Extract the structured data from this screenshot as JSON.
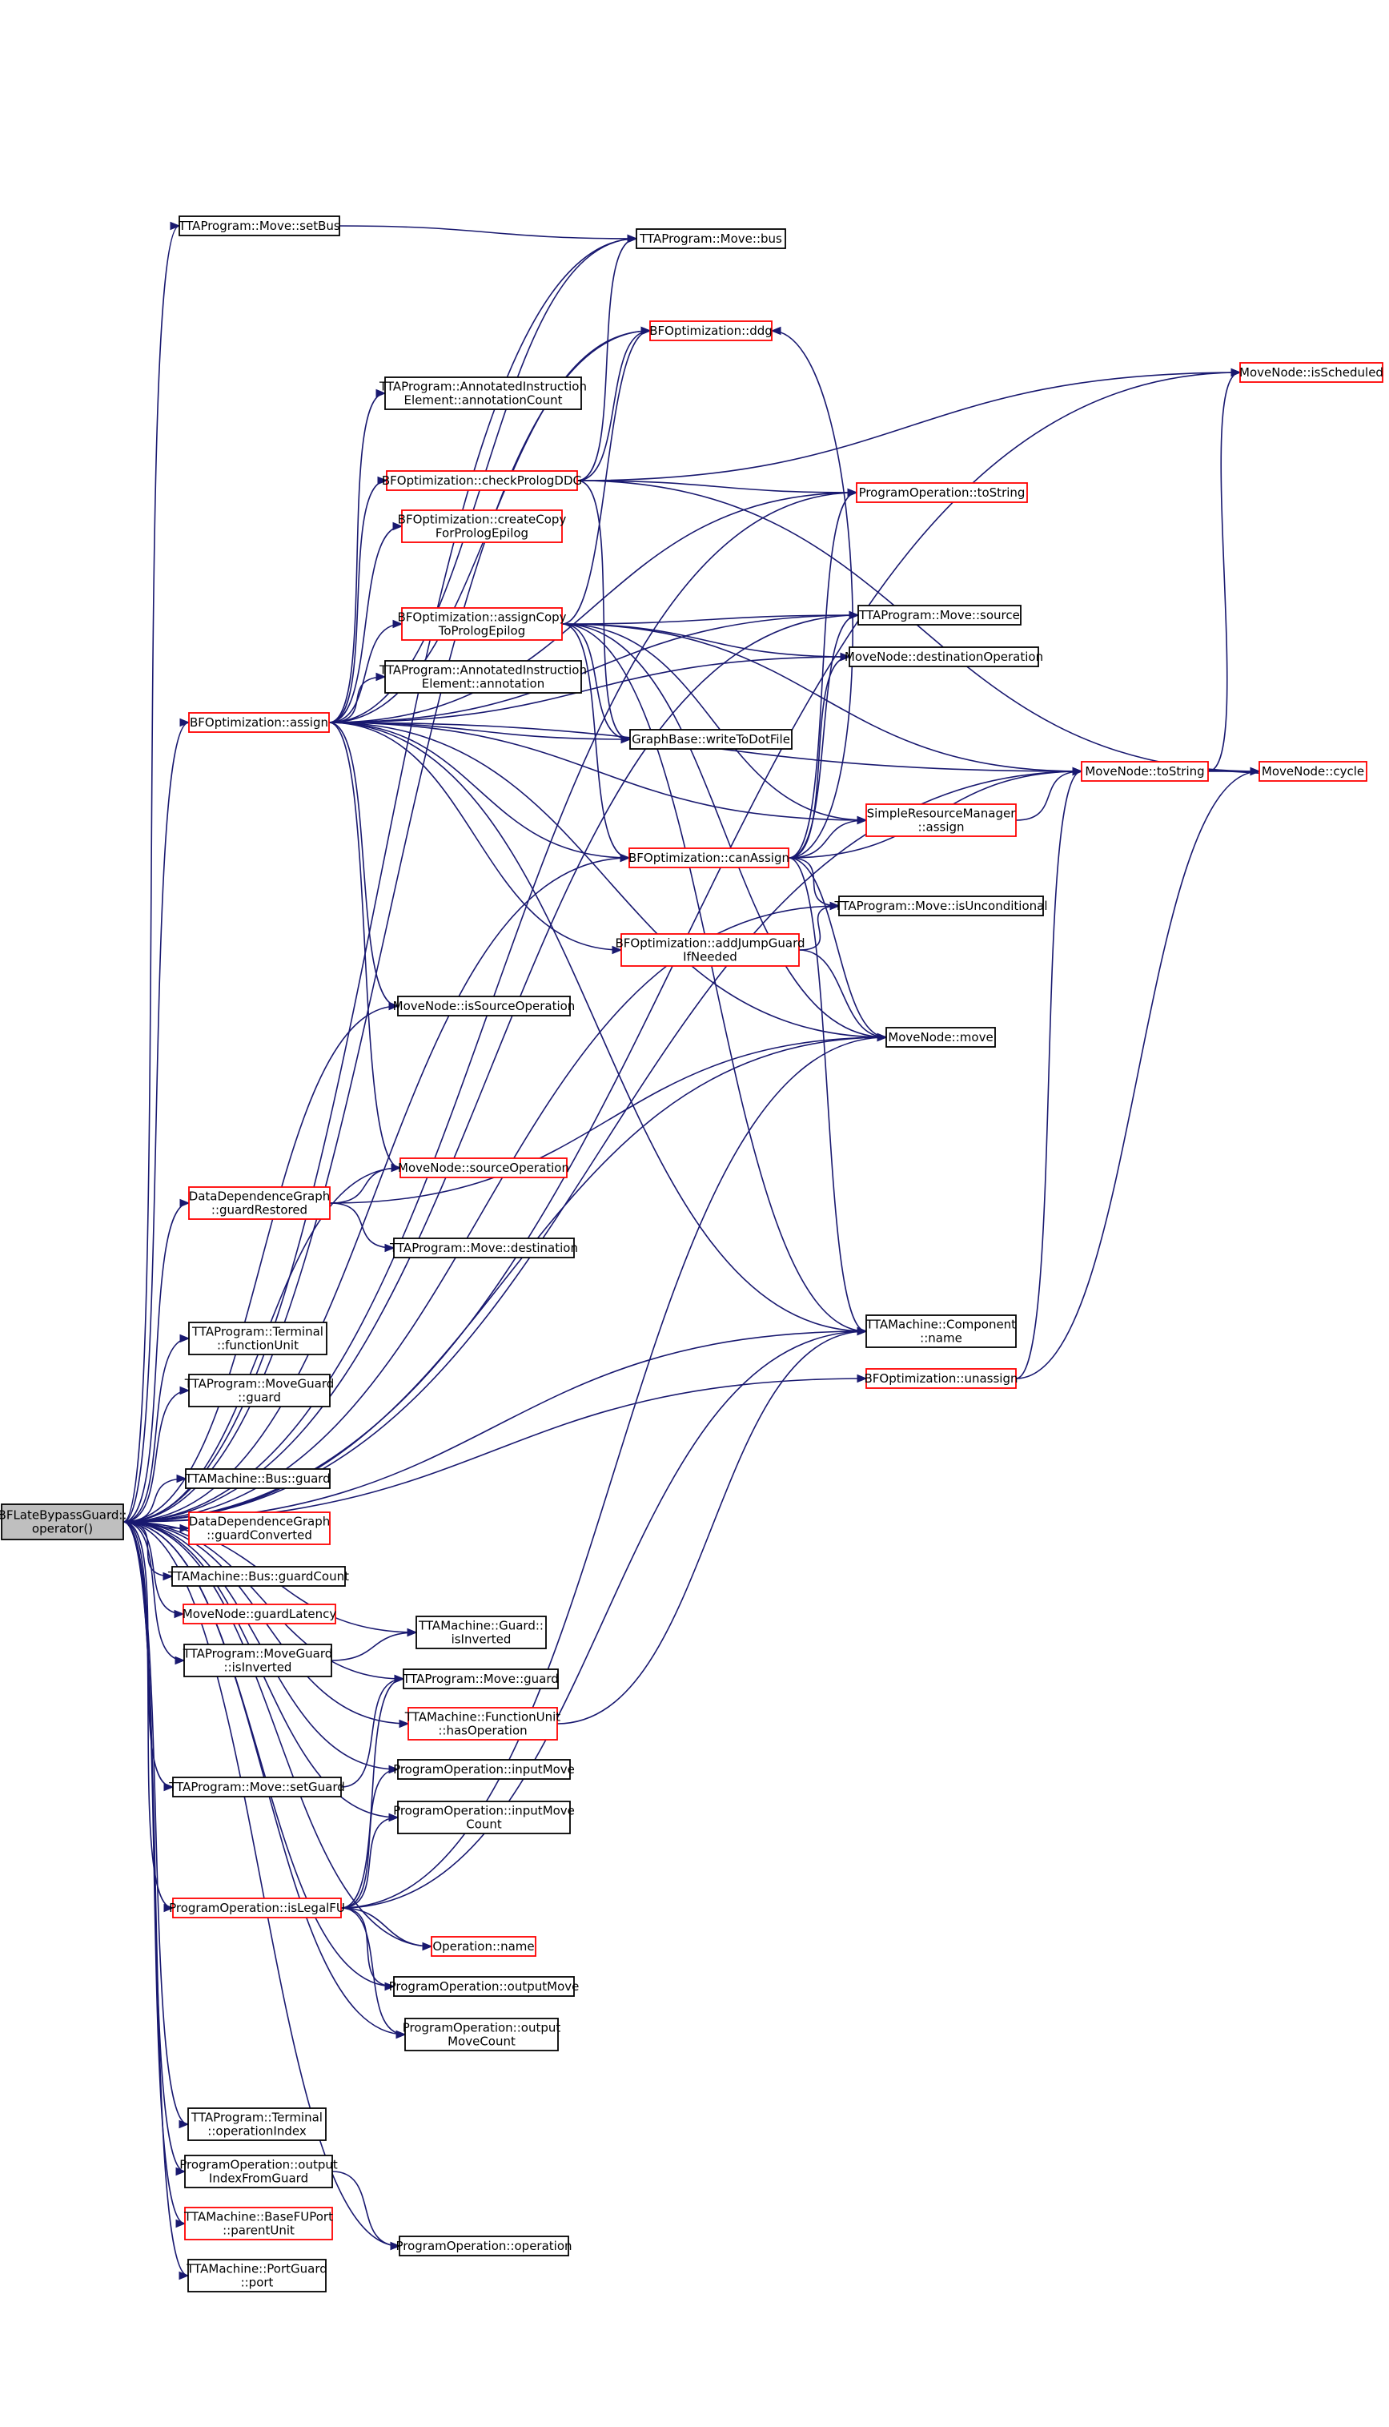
{
  "colors": {
    "edge": "#191970",
    "node_border_black": "#000000",
    "node_border_red": "#ff0000",
    "root_fill": "#bfbfbf",
    "node_fill": "#ffffff"
  },
  "nodes": [
    {
      "id": "root",
      "lines": [
        "BFLateBypassGuard::",
        "operator()"
      ],
      "border": "black",
      "fill": "gray"
    },
    {
      "id": "setBus",
      "lines": [
        "TTAProgram::Move::setBus"
      ],
      "border": "black"
    },
    {
      "id": "bus",
      "lines": [
        "TTAProgram::Move::bus"
      ],
      "border": "black"
    },
    {
      "id": "ddg",
      "lines": [
        "BFOptimization::ddg"
      ],
      "border": "red"
    },
    {
      "id": "isScheduled",
      "lines": [
        "MoveNode::isScheduled"
      ],
      "border": "red"
    },
    {
      "id": "annCount",
      "lines": [
        "TTAProgram::AnnotatedInstruction",
        "Element::annotationCount"
      ],
      "border": "black"
    },
    {
      "id": "checkProlog",
      "lines": [
        "BFOptimization::checkPrologDDG"
      ],
      "border": "red"
    },
    {
      "id": "poToString",
      "lines": [
        "ProgramOperation::toString"
      ],
      "border": "red"
    },
    {
      "id": "createCopy",
      "lines": [
        "BFOptimization::createCopy",
        "ForPrologEpilog"
      ],
      "border": "red"
    },
    {
      "id": "assignCopy",
      "lines": [
        "BFOptimization::assignCopy",
        "ToPrologEpilog"
      ],
      "border": "red"
    },
    {
      "id": "moveSource",
      "lines": [
        "TTAProgram::Move::source"
      ],
      "border": "black"
    },
    {
      "id": "destOp",
      "lines": [
        "MoveNode::destinationOperation"
      ],
      "border": "black"
    },
    {
      "id": "annotation",
      "lines": [
        "TTAProgram::AnnotatedInstruction",
        "Element::annotation"
      ],
      "border": "black"
    },
    {
      "id": "assign",
      "lines": [
        "BFOptimization::assign"
      ],
      "border": "red"
    },
    {
      "id": "writeDot",
      "lines": [
        "GraphBase::writeToDotFile"
      ],
      "border": "black"
    },
    {
      "id": "mnToString",
      "lines": [
        "MoveNode::toString"
      ],
      "border": "red"
    },
    {
      "id": "cycle",
      "lines": [
        "MoveNode::cycle"
      ],
      "border": "red"
    },
    {
      "id": "srmAssign",
      "lines": [
        "SimpleResourceManager",
        "::assign"
      ],
      "border": "red"
    },
    {
      "id": "canAssign",
      "lines": [
        "BFOptimization::canAssign"
      ],
      "border": "red"
    },
    {
      "id": "isUncond",
      "lines": [
        "TTAProgram::Move::isUnconditional"
      ],
      "border": "black"
    },
    {
      "id": "addJump",
      "lines": [
        "BFOptimization::addJumpGuard",
        "IfNeeded"
      ],
      "border": "red"
    },
    {
      "id": "isSrcOp",
      "lines": [
        "MoveNode::isSourceOperation"
      ],
      "border": "black"
    },
    {
      "id": "mnMove",
      "lines": [
        "MoveNode::move"
      ],
      "border": "black"
    },
    {
      "id": "guardRestored",
      "lines": [
        "DataDependenceGraph",
        "::guardRestored"
      ],
      "border": "red"
    },
    {
      "id": "srcOp",
      "lines": [
        "MoveNode::sourceOperation"
      ],
      "border": "red"
    },
    {
      "id": "destination",
      "lines": [
        "TTAProgram::Move::destination"
      ],
      "border": "black"
    },
    {
      "id": "compName",
      "lines": [
        "TTAMachine::Component",
        "::name"
      ],
      "border": "black"
    },
    {
      "id": "funcUnit",
      "lines": [
        "TTAProgram::Terminal",
        "::functionUnit"
      ],
      "border": "black"
    },
    {
      "id": "mgGuard",
      "lines": [
        "TTAProgram::MoveGuard",
        "::guard"
      ],
      "border": "black"
    },
    {
      "id": "unassign",
      "lines": [
        "BFOptimization::unassign"
      ],
      "border": "red"
    },
    {
      "id": "busGuard",
      "lines": [
        "TTAMachine::Bus::guard"
      ],
      "border": "black"
    },
    {
      "id": "guardConverted",
      "lines": [
        "DataDependenceGraph",
        "::guardConverted"
      ],
      "border": "red"
    },
    {
      "id": "guardCount",
      "lines": [
        "TTAMachine::Bus::guardCount"
      ],
      "border": "black"
    },
    {
      "id": "guardLatency",
      "lines": [
        "MoveNode::guardLatency"
      ],
      "border": "red"
    },
    {
      "id": "gIsInverted",
      "lines": [
        "TTAMachine::Guard::",
        "isInverted"
      ],
      "border": "black"
    },
    {
      "id": "mgIsInverted",
      "lines": [
        "TTAProgram::MoveGuard",
        "::isInverted"
      ],
      "border": "black"
    },
    {
      "id": "moveGuard",
      "lines": [
        "TTAProgram::Move::guard"
      ],
      "border": "black"
    },
    {
      "id": "hasOp",
      "lines": [
        "TTAMachine::FunctionUnit",
        "::hasOperation"
      ],
      "border": "red"
    },
    {
      "id": "setGuard",
      "lines": [
        "TTAProgram::Move::setGuard"
      ],
      "border": "black"
    },
    {
      "id": "inputMove",
      "lines": [
        "ProgramOperation::inputMove"
      ],
      "border": "black"
    },
    {
      "id": "inputMoveCount",
      "lines": [
        "ProgramOperation::inputMove",
        "Count"
      ],
      "border": "black"
    },
    {
      "id": "isLegalFU",
      "lines": [
        "ProgramOperation::isLegalFU"
      ],
      "border": "red"
    },
    {
      "id": "opName",
      "lines": [
        "Operation::name"
      ],
      "border": "red"
    },
    {
      "id": "outputMove",
      "lines": [
        "ProgramOperation::outputMove"
      ],
      "border": "black"
    },
    {
      "id": "outputMoveCount",
      "lines": [
        "ProgramOperation::output",
        "MoveCount"
      ],
      "border": "black"
    },
    {
      "id": "opIndex",
      "lines": [
        "TTAProgram::Terminal",
        "::operationIndex"
      ],
      "border": "black"
    },
    {
      "id": "outIdxGuard",
      "lines": [
        "ProgramOperation::output",
        "IndexFromGuard"
      ],
      "border": "black"
    },
    {
      "id": "parentUnit",
      "lines": [
        "TTAMachine::BaseFUPort",
        "::parentUnit"
      ],
      "border": "red"
    },
    {
      "id": "poOperation",
      "lines": [
        "ProgramOperation::operation"
      ],
      "border": "black"
    },
    {
      "id": "port",
      "lines": [
        "TTAMachine::PortGuard",
        "::port"
      ],
      "border": "black"
    }
  ],
  "edges": [
    [
      "root",
      "setBus"
    ],
    [
      "root",
      "bus"
    ],
    [
      "root",
      "ddg"
    ],
    [
      "root",
      "isScheduled"
    ],
    [
      "root",
      "assign"
    ],
    [
      "root",
      "poToString"
    ],
    [
      "root",
      "mnToString"
    ],
    [
      "root",
      "canAssign"
    ],
    [
      "root",
      "isUncond"
    ],
    [
      "root",
      "isSrcOp"
    ],
    [
      "root",
      "mnMove"
    ],
    [
      "root",
      "guardRestored"
    ],
    [
      "root",
      "srcOp"
    ],
    [
      "root",
      "compName"
    ],
    [
      "root",
      "funcUnit"
    ],
    [
      "root",
      "mgGuard"
    ],
    [
      "root",
      "busGuard"
    ],
    [
      "root",
      "guardConverted"
    ],
    [
      "root",
      "guardCount"
    ],
    [
      "root",
      "guardLatency"
    ],
    [
      "root",
      "gIsInverted"
    ],
    [
      "root",
      "mgIsInverted"
    ],
    [
      "root",
      "moveGuard"
    ],
    [
      "root",
      "hasOp"
    ],
    [
      "root",
      "setGuard"
    ],
    [
      "root",
      "inputMove"
    ],
    [
      "root",
      "inputMoveCount"
    ],
    [
      "root",
      "isLegalFU"
    ],
    [
      "root",
      "opName"
    ],
    [
      "root",
      "outputMove"
    ],
    [
      "root",
      "outputMoveCount"
    ],
    [
      "root",
      "opIndex"
    ],
    [
      "root",
      "outIdxGuard"
    ],
    [
      "root",
      "parentUnit"
    ],
    [
      "root",
      "poOperation"
    ],
    [
      "root",
      "port"
    ],
    [
      "root",
      "unassign"
    ],
    [
      "root",
      "moveSource"
    ],
    [
      "setBus",
      "bus"
    ],
    [
      "assign",
      "bus"
    ],
    [
      "assign",
      "ddg"
    ],
    [
      "assign",
      "annCount"
    ],
    [
      "assign",
      "checkProlog"
    ],
    [
      "assign",
      "createCopy"
    ],
    [
      "assign",
      "assignCopy"
    ],
    [
      "assign",
      "annotation"
    ],
    [
      "assign",
      "writeDot"
    ],
    [
      "assign",
      "mnToString"
    ],
    [
      "assign",
      "srmAssign"
    ],
    [
      "assign",
      "canAssign"
    ],
    [
      "assign",
      "addJump"
    ],
    [
      "assign",
      "isSrcOp"
    ],
    [
      "assign",
      "mnMove"
    ],
    [
      "assign",
      "srcOp"
    ],
    [
      "assign",
      "compName"
    ],
    [
      "assign",
      "destOp"
    ],
    [
      "assign",
      "poToString"
    ],
    [
      "assign",
      "moveSource"
    ],
    [
      "checkProlog",
      "ddg"
    ],
    [
      "checkProlog",
      "isScheduled"
    ],
    [
      "checkProlog",
      "poToString"
    ],
    [
      "checkProlog",
      "writeDot"
    ],
    [
      "checkProlog",
      "bus"
    ],
    [
      "checkProlog",
      "cycle"
    ],
    [
      "assignCopy",
      "ddg"
    ],
    [
      "assignCopy",
      "moveSource"
    ],
    [
      "assignCopy",
      "destOp"
    ],
    [
      "assignCopy",
      "writeDot"
    ],
    [
      "assignCopy",
      "mnToString"
    ],
    [
      "assignCopy",
      "srmAssign"
    ],
    [
      "assignCopy",
      "canAssign"
    ],
    [
      "assignCopy",
      "mnMove"
    ],
    [
      "assignCopy",
      "compName"
    ],
    [
      "canAssign",
      "poToString"
    ],
    [
      "canAssign",
      "moveSource"
    ],
    [
      "canAssign",
      "destOp"
    ],
    [
      "canAssign",
      "srmAssign"
    ],
    [
      "canAssign",
      "mnToString"
    ],
    [
      "canAssign",
      "isUncond"
    ],
    [
      "canAssign",
      "mnMove"
    ],
    [
      "canAssign",
      "compName"
    ],
    [
      "canAssign",
      "ddg"
    ],
    [
      "addJump",
      "isUncond"
    ],
    [
      "addJump",
      "mnMove"
    ],
    [
      "srmAssign",
      "mnToString"
    ],
    [
      "mnToString",
      "isScheduled"
    ],
    [
      "mnToString",
      "cycle"
    ],
    [
      "cycle",
      "mnToString"
    ],
    [
      "guardRestored",
      "srcOp"
    ],
    [
      "guardRestored",
      "destination"
    ],
    [
      "guardRestored",
      "mnMove"
    ],
    [
      "unassign",
      "mnToString"
    ],
    [
      "unassign",
      "cycle"
    ],
    [
      "hasOp",
      "compName"
    ],
    [
      "setGuard",
      "moveGuard"
    ],
    [
      "mgIsInverted",
      "gIsInverted"
    ],
    [
      "isLegalFU",
      "inputMove"
    ],
    [
      "isLegalFU",
      "inputMoveCount"
    ],
    [
      "isLegalFU",
      "opName"
    ],
    [
      "isLegalFU",
      "outputMove"
    ],
    [
      "isLegalFU",
      "outputMoveCount"
    ],
    [
      "isLegalFU",
      "compName"
    ],
    [
      "isLegalFU",
      "mnMove"
    ],
    [
      "isLegalFU",
      "moveGuard"
    ],
    [
      "outIdxGuard",
      "poOperation"
    ]
  ]
}
